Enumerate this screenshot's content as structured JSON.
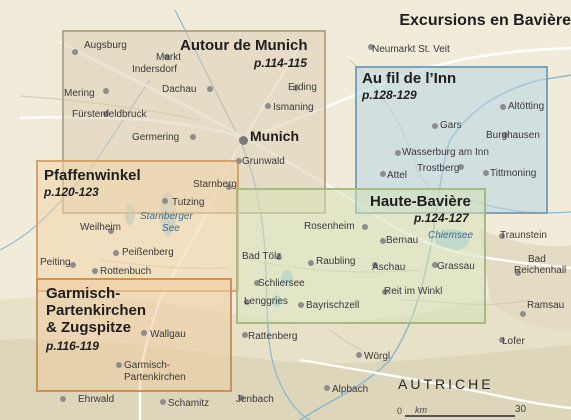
{
  "map": {
    "header": "Excursions en Bavière",
    "country": "AUTRICHE",
    "scale": {
      "start": "0",
      "unit": "km",
      "end": "30"
    },
    "regions": [
      {
        "id": "munich",
        "title": "Autour de Munich",
        "pages": "p.114-115"
      },
      {
        "id": "inn",
        "title": "Au fil de l’Inn",
        "pages": "p.128-129"
      },
      {
        "id": "pfaffenwinkel",
        "title": "Pfaffenwinkel",
        "pages": "p.120-123"
      },
      {
        "id": "haute",
        "title": "Haute-Bavière",
        "pages": "p.124-127"
      },
      {
        "id": "garmisch",
        "title_lines": [
          "Garmisch-",
          "Partenkirchen",
          "& Zugspitze"
        ],
        "pages": "p.116-119"
      }
    ],
    "places": {
      "augsburg": "Augsburg",
      "markt": "Markt",
      "indersdorf": "Indersdorf",
      "dachau": "Dachau",
      "mering": "Mering",
      "fuerstenfeldbruck": "Fürstenfeldbruck",
      "germering": "Germering",
      "munich": "Munich",
      "erding": "Erding",
      "ismaning": "Ismaning",
      "grunwald": "Grunwald",
      "starnberg": "Starnberg",
      "neumarkt": "Neumarkt St. Veit",
      "altotting": "Altötting",
      "gars": "Gars",
      "burghausen": "Burghausen",
      "wasserburg": "Wasserburg am Inn",
      "trostberg": "Trostberg",
      "tittmoning": "Tittmoning",
      "attel": "Attel",
      "tutzing": "Tutzing",
      "weilheim": "Weilheim",
      "peissenberg": "Peißenberg",
      "peiting": "Peiting",
      "rottenbuch": "Rottenbuch",
      "rosenheim": "Rosenheim",
      "bernau": "Bernau",
      "bad_tolz": "Bad Tölz",
      "raubling": "Raubling",
      "aschau": "Aschau",
      "grassau": "Grassau",
      "schliersee": "Schliersee",
      "lenggries": "Lenggries",
      "bayrischzell": "Bayrischzell",
      "reit_im_winkl": "Reit im Winkl",
      "traunstein": "Traunstein",
      "bad": "Bad",
      "reichenhall": "Reichenhall",
      "ramsau": "Ramsau",
      "lofer": "Lofer",
      "wallgau": "Wallgau",
      "garmisch1": "Garmisch-",
      "garmisch2": "Partenkirchen",
      "ehrwald": "Ehrwald",
      "schamitz": "Schamitz",
      "rattenberg": "Rattenberg",
      "worgl": "Wörgl",
      "alpbach": "Alpbach",
      "jenbach": "Jenbach"
    },
    "lakes": {
      "starnberger1": "Starnberger",
      "starnberger2": "See",
      "chiemsee": "Chiemsee"
    }
  }
}
